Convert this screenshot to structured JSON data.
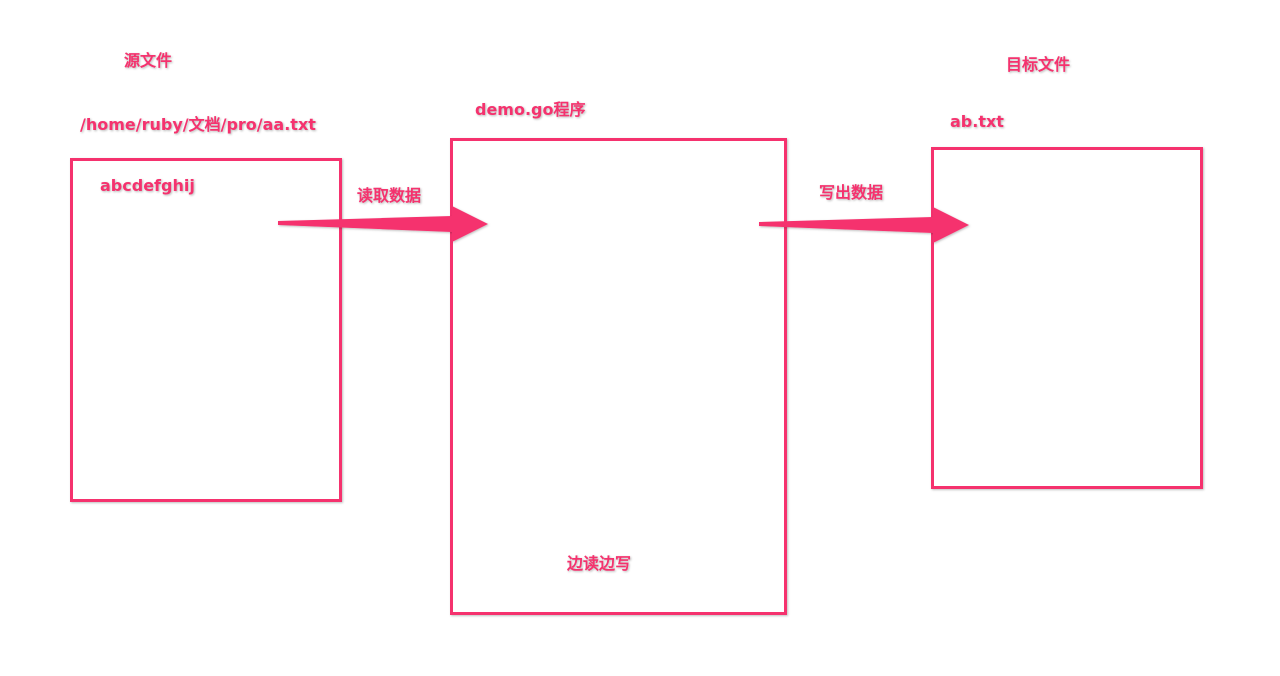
{
  "colors": {
    "accent": "#f5326e",
    "background": "#ffffff"
  },
  "source": {
    "title": "源文件",
    "path": "/home/ruby/文档/pro/aa.txt",
    "content": "abcdefghij"
  },
  "program": {
    "title": "demo.go程序",
    "note": "边读边写"
  },
  "target": {
    "title": "目标文件",
    "filename": "ab.txt"
  },
  "arrows": {
    "read_label": "读取数据",
    "write_label": "写出数据"
  }
}
